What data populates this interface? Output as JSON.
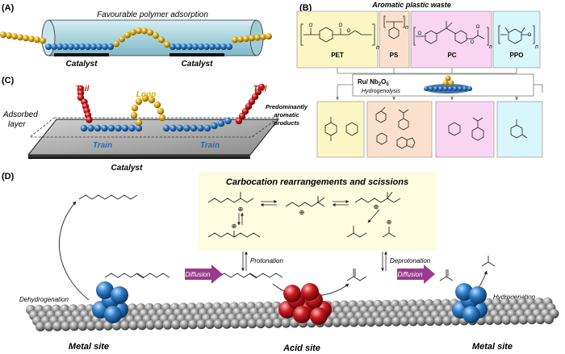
{
  "panel_labels": {
    "a": "(A)",
    "b": "(B)",
    "c": "(C)",
    "d": "(D)"
  },
  "panel_a": {
    "title": "Favourable polymer adsorption",
    "catalyst_left": "Catalyst",
    "catalyst_right": "Catalyst"
  },
  "panel_b": {
    "title": "Aromatic plastic waste",
    "plastics": [
      {
        "name": "PET",
        "color": "#fbf6c4"
      },
      {
        "name": "PS",
        "color": "#fbe1cd"
      },
      {
        "name": "PC",
        "color": "#f8d6f2"
      },
      {
        "name": "PPO",
        "color": "#d9f6fa"
      }
    ],
    "subscript_n": "n",
    "catalyst_label": "Ru/ Nb",
    "catalyst_sub1": "2",
    "catalyst_o": "O",
    "catalyst_sub2": "5",
    "process": "Hydrogenolysis",
    "products_label_1": "Predominantly",
    "products_label_2": "aromatic",
    "products_label_3": "products"
  },
  "panel_c": {
    "tail_left": "Tail",
    "tail_right": "Tail",
    "loop": "Loop",
    "adsorbed_1": "Adsorbed",
    "adsorbed_2": "layer",
    "train_left": "Train",
    "train_right": "Train",
    "catalyst": "Catalyst"
  },
  "panel_d": {
    "title": "Carbocation rearrangements and scissions",
    "plus": "⊕",
    "protonation": "Protonation",
    "deprotonation": "Deprotonation",
    "diffusion_left": "Diffusion",
    "diffusion_right": "Diffusion",
    "dehydrogenation": "Dehydrogenation",
    "hydrogenation": "Hydrogenation",
    "metal_site_left": "Metal site",
    "acid_site": "Acid site",
    "metal_site_right": "Metal site"
  },
  "colors": {
    "bead_blue": "#2a73b8",
    "bead_yellow": "#e6b820",
    "bead_red": "#c0161b",
    "highlight_box": "#fdfbe0",
    "diffusion_arrow": "#9a3b8f",
    "tail_text": "#b21a1a",
    "loop_text": "#e0a800",
    "train_text": "#2a6cb0"
  }
}
